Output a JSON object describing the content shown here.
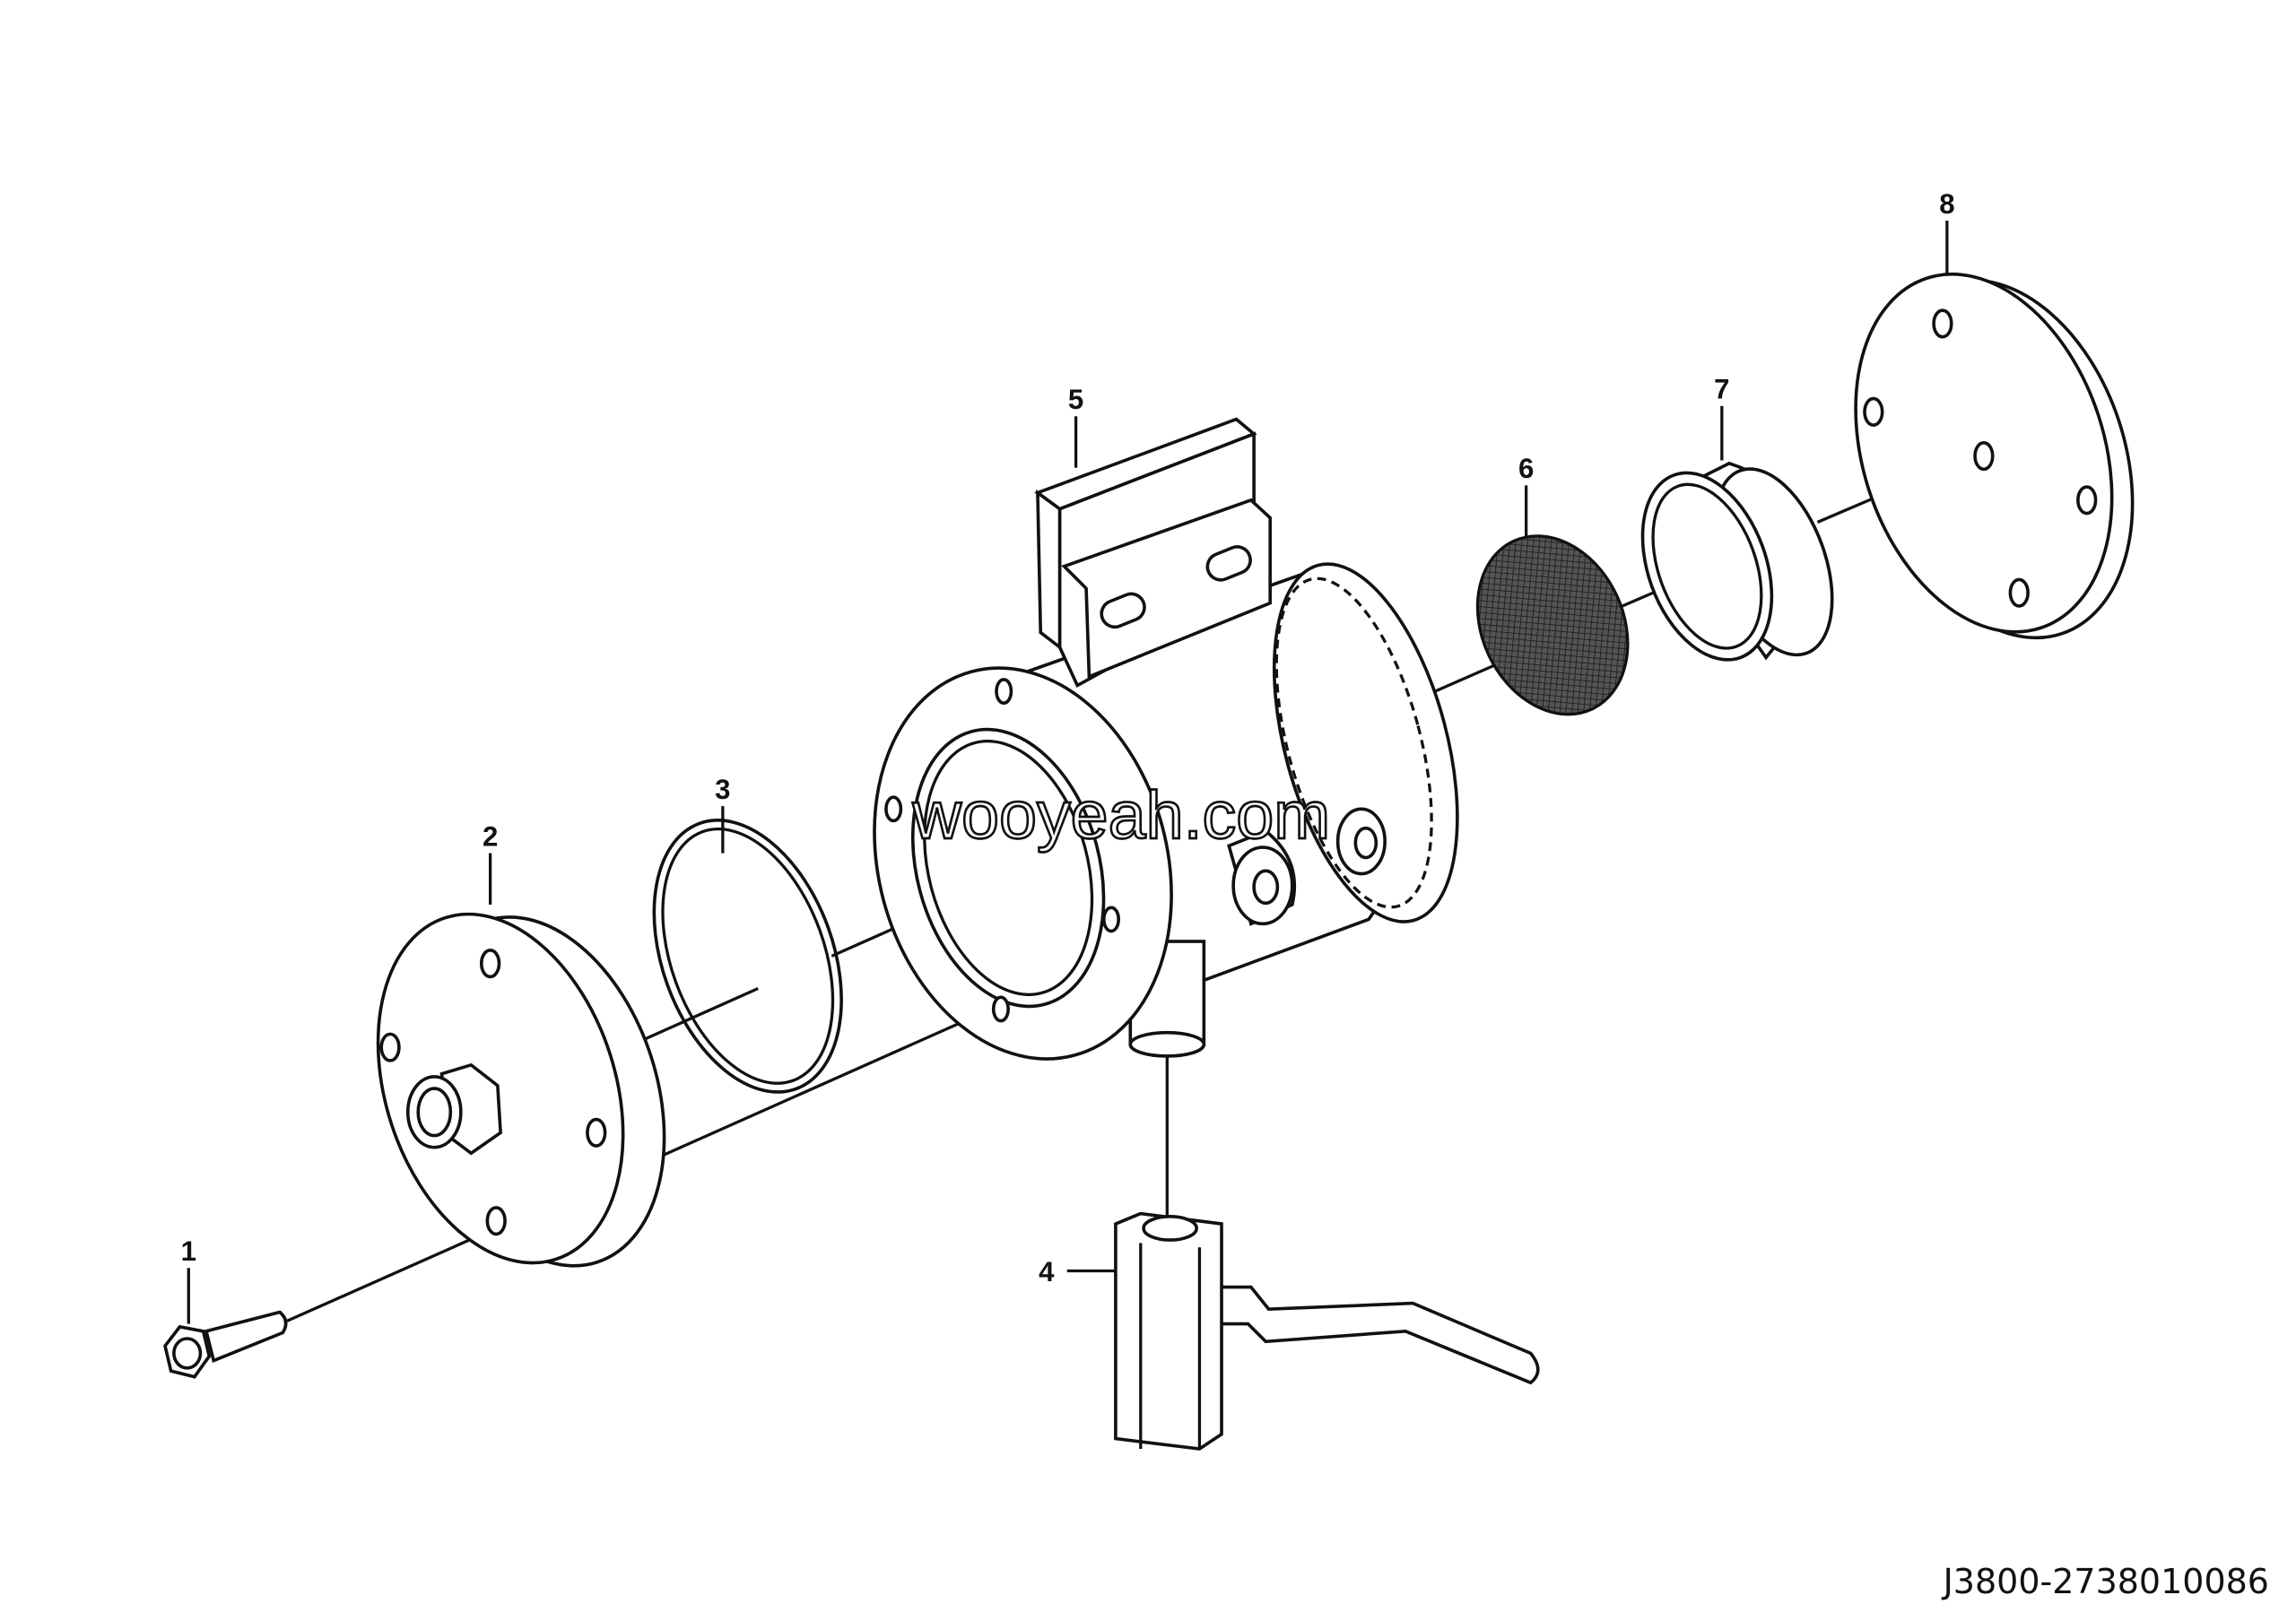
{
  "diagram": {
    "callouts": [
      "1",
      "2",
      "3",
      "4",
      "5",
      "6",
      "7",
      "8"
    ],
    "watermark": "wooyeah.com",
    "drawing_code": "J3800-2738010086"
  }
}
